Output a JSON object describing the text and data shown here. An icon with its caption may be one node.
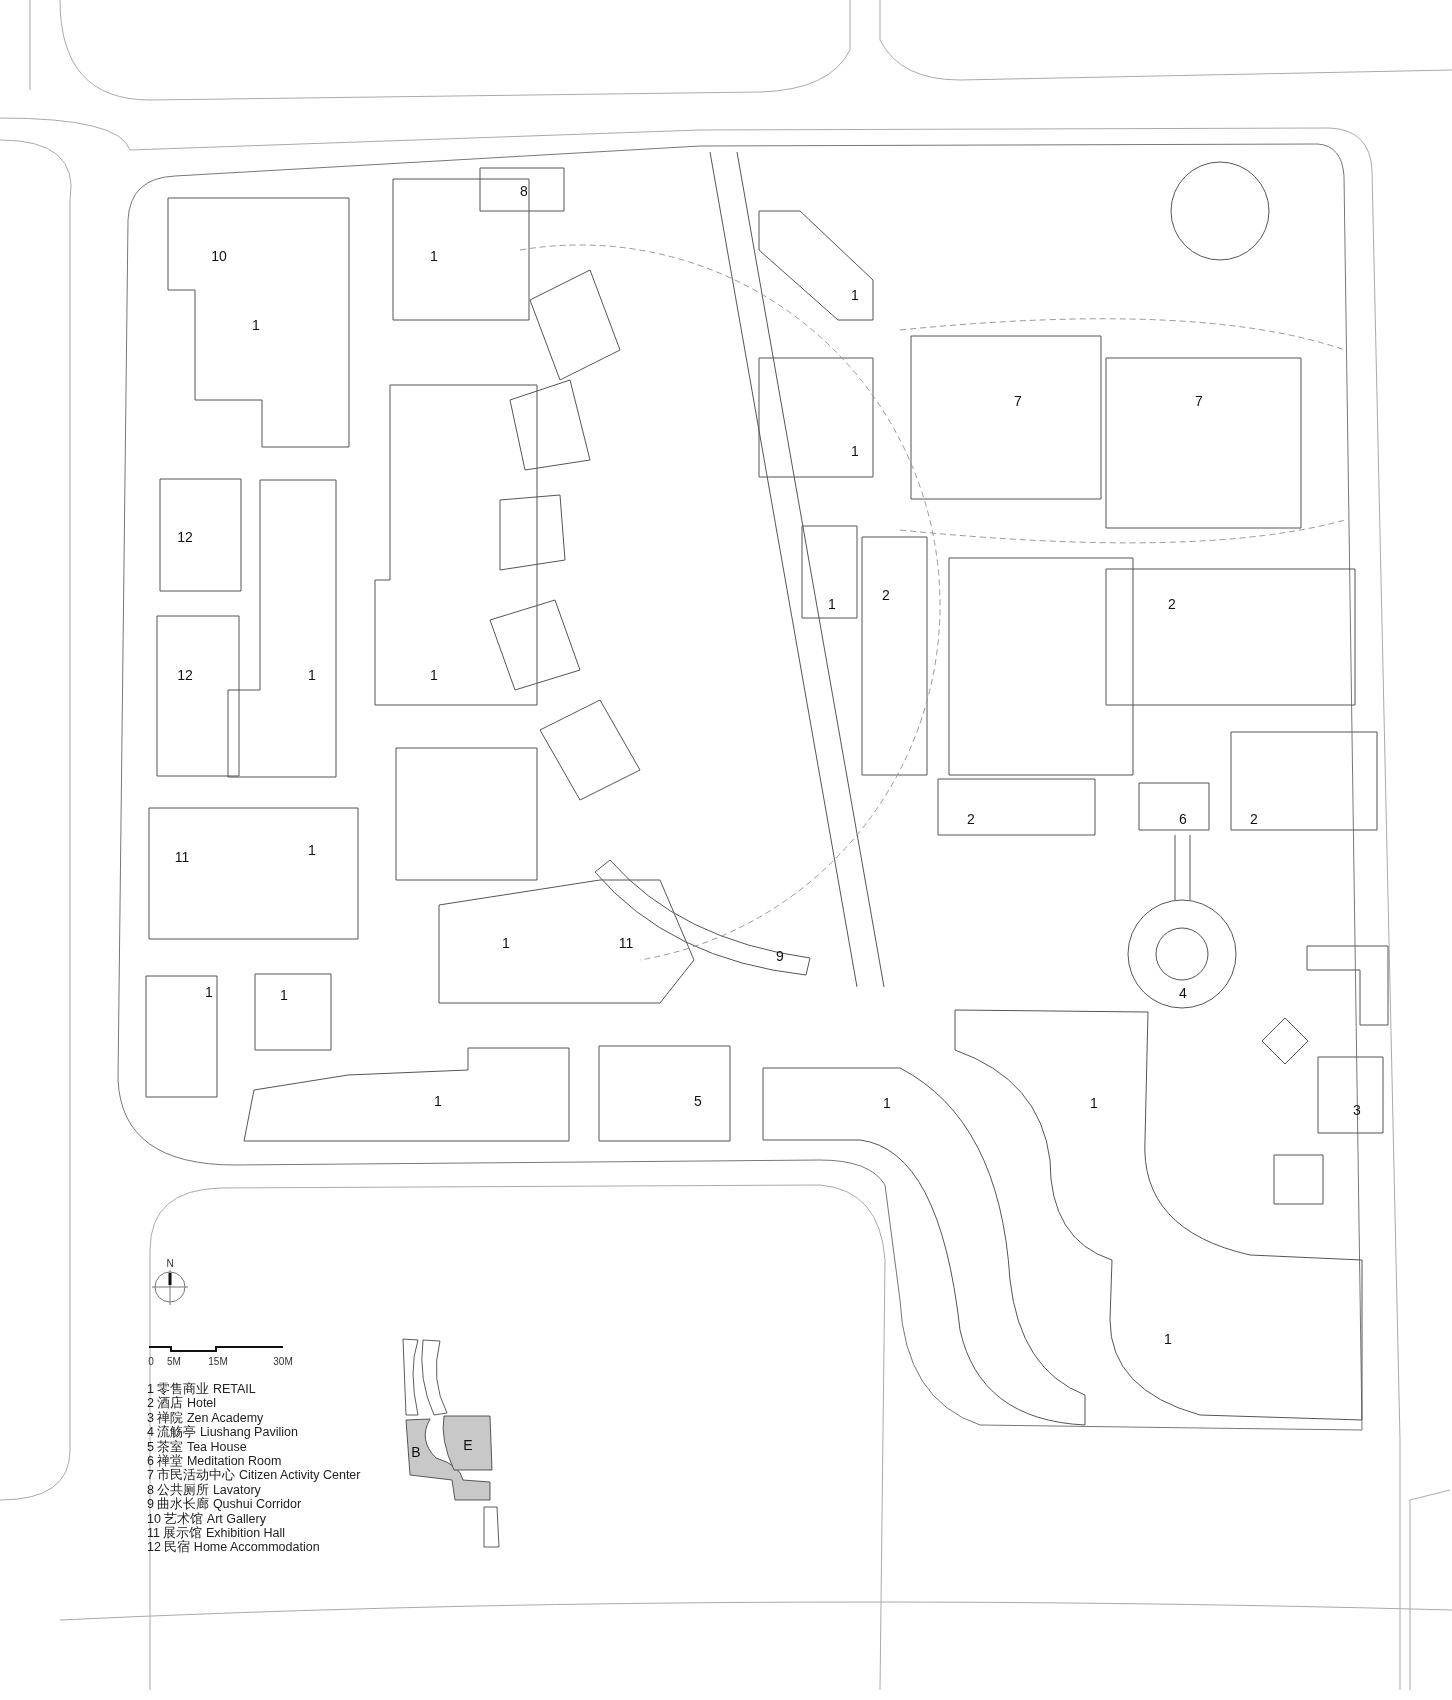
{
  "diagram": {
    "labels": [
      "8",
      "10",
      "1",
      "1",
      "1",
      "7",
      "7",
      "1",
      "12",
      "2",
      "1",
      "2",
      "12",
      "1",
      "1",
      "2",
      "6",
      "2",
      "1",
      "11",
      "1",
      "11",
      "9",
      "1",
      "1",
      "4",
      "1",
      "5",
      "1",
      "1",
      "3",
      "1",
      "N",
      "0",
      "5M",
      "15M",
      "30M",
      "B",
      "E"
    ],
    "legend": [
      {
        "text": "1 零售商业 RETAIL"
      },
      {
        "text": "2 酒店 Hotel"
      },
      {
        "text": "3 禅院 Zen Academy"
      },
      {
        "text": "4 流觞亭 Liushang Pavilion"
      },
      {
        "text": "5 茶室 Tea House"
      },
      {
        "text": "6 禅堂 Meditation Room"
      },
      {
        "text": "7 市民活动中心 Citizen Activity Center"
      },
      {
        "text": "8 公共厕所 Lavatory"
      },
      {
        "text": "9 曲水长廊 Qushui Corridor"
      },
      {
        "text": "10 艺术馆 Art Gallery"
      },
      {
        "text": "11 展示馆 Exhibition Hall"
      },
      {
        "text": "12 民宿 Home Accommodation"
      }
    ]
  }
}
